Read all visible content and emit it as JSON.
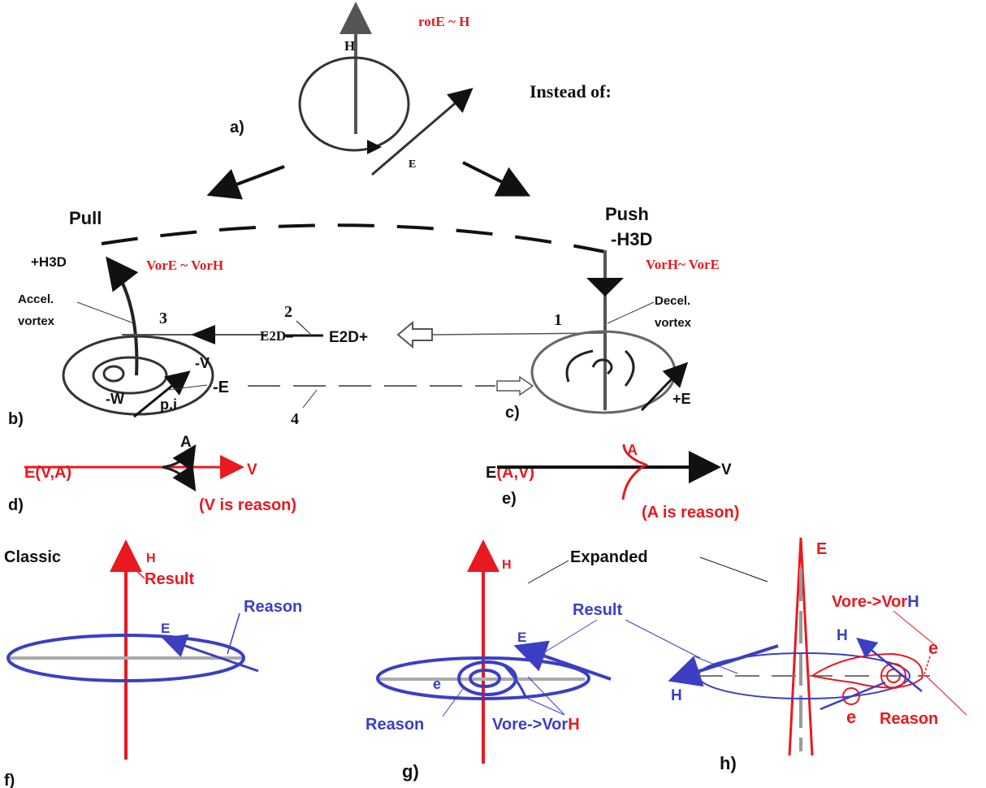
{
  "colors": {
    "red": "#e8191f",
    "blue": "#3b3fc4",
    "black": "#111111"
  },
  "panel_a": {
    "formula": "rotE ~ H",
    "h_label": "H",
    "e_label": "E",
    "label": "a)",
    "instead": "Instead of:"
  },
  "top": {
    "pull": "Pull",
    "push": "Push",
    "plus_h3d": "+H3D",
    "minus_h3d": "-H3D",
    "vore_vorh": "VorE ~ VorH",
    "vorh_vore": "VorH~ VorE"
  },
  "panel_b": {
    "accel": "Accel.",
    "vortex": "vortex",
    "n3": "3",
    "e2d_minus": "E2D–",
    "n2": "2",
    "e2d_plus": "E2D+",
    "minus_v": "-V",
    "minus_e": "-E",
    "minus_w": "-W",
    "pi": "p.i",
    "label": "b)",
    "n4": "4"
  },
  "panel_c": {
    "decel": "Decel.",
    "vortex": "vortex",
    "n1": "1",
    "plus_e": "+E",
    "label": "c)"
  },
  "panel_d": {
    "eva": "E(V,A)",
    "a": "A",
    "v": "V",
    "reason": "(V is reason)",
    "label": "d)"
  },
  "panel_e": {
    "e": "E",
    "av": "(A,V)",
    "a": "A",
    "v": "V",
    "reason": "(A is reason)",
    "label": "e)"
  },
  "panel_f": {
    "classic": "Classic",
    "h": "H",
    "result": "Result",
    "reason": "Reason",
    "e": "E",
    "label": "f)"
  },
  "panel_g": {
    "h": "H",
    "expanded": "Expanded",
    "result": "Result",
    "e_big": "E",
    "e": "e",
    "reason": "Reason",
    "vore": "Vore->Vor",
    "vore_h": "H",
    "label": "g)"
  },
  "panel_h": {
    "e_big": "E",
    "vore": "Vore->Vor",
    "vore_h": "H",
    "h1": "H",
    "e1": "e",
    "h2": "H",
    "e2": "e",
    "reason": "Reason",
    "label": "h)"
  }
}
